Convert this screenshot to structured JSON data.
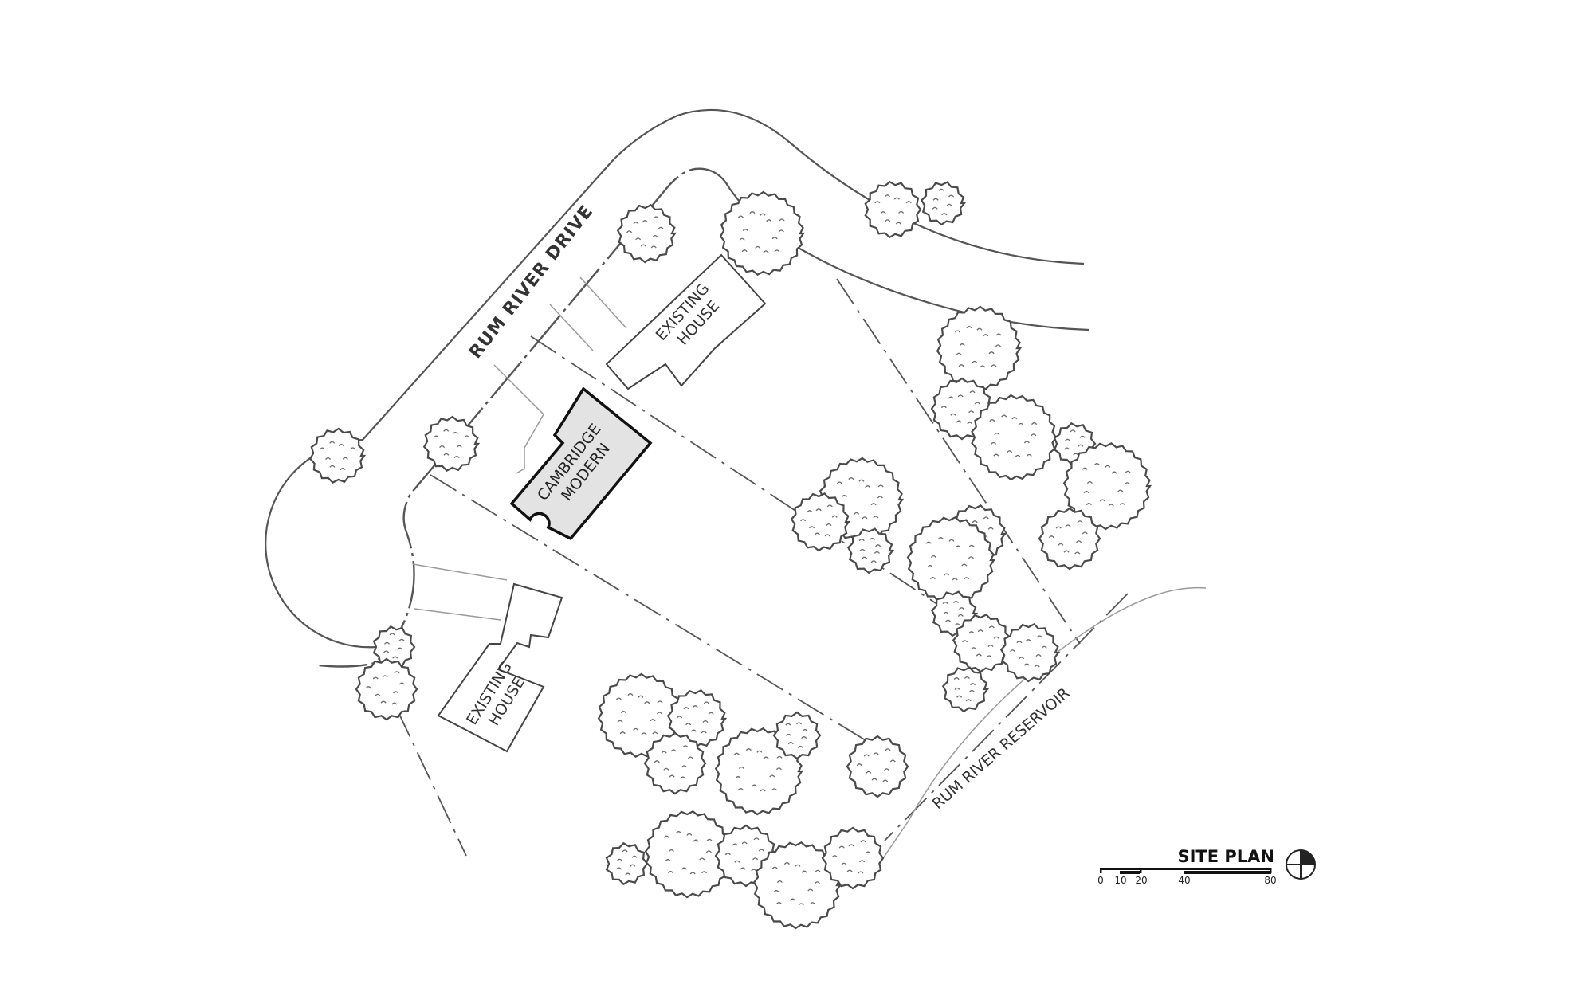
{
  "labels": {
    "road": "RUM RIVER DRIVE",
    "existing_house_north": [
      "EXISTING",
      "HOUSE"
    ],
    "featured_house": [
      "CAMBRIDGE",
      "MODERN"
    ],
    "existing_house_south": [
      "EXISTING",
      "HOUSE"
    ],
    "reservoir": "RUM RIVER RESERVOIR"
  },
  "legend": {
    "title": "SITE PLAN",
    "scale_ticks": [
      "0",
      "10",
      "20",
      "40",
      "80"
    ],
    "north_arrow_icon": "north-arrow-icon"
  },
  "colors": {
    "linework": "#555555",
    "featured_fill": "#e3e3e3",
    "featured_outline": "#111111"
  }
}
